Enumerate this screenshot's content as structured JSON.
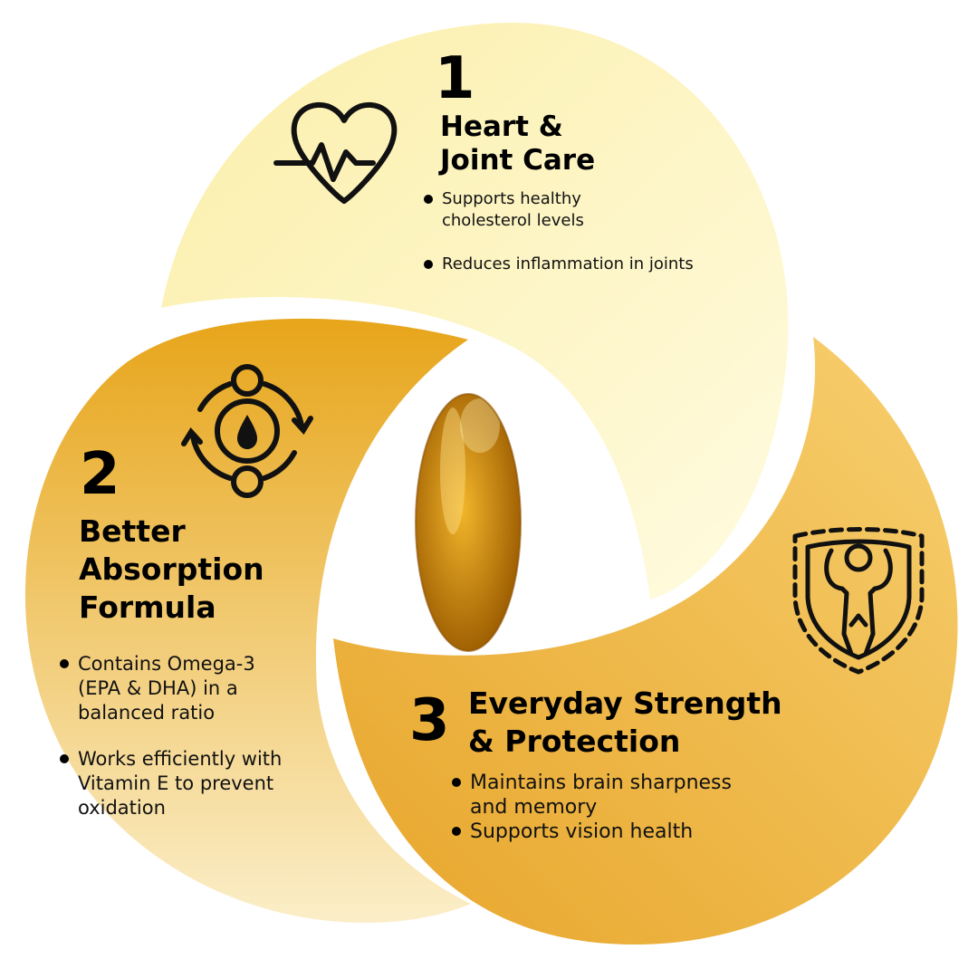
{
  "colors": {
    "petal_1_light": "#fffbe0",
    "petal_1_dark": "#fbefaa",
    "petal_2_top": "#e7a51a",
    "petal_2_bottom": "#fbeec8",
    "petal_3_light": "#f7cf6f",
    "petal_3_dark": "#e7a52a",
    "capsule_dark": "#9a5a00",
    "capsule_light": "#f2b52a",
    "text": "#111111"
  },
  "sections": [
    {
      "number": "1",
      "title_lines": [
        "Heart &",
        "Joint Care"
      ],
      "bullets": [
        "Supports healthy cholesterol levels",
        "Reduces inflammation in joints"
      ],
      "icon": "heart-pulse-icon"
    },
    {
      "number": "2",
      "title_lines": [
        "Better",
        "Absorption",
        "Formula"
      ],
      "bullets": [
        "Contains Omega-3 (EPA & DHA) in a balanced ratio",
        "Works efficiently with Vitamin E to prevent oxidation"
      ],
      "icon": "drop-cycle-icon"
    },
    {
      "number": "3",
      "title_lines": [
        "Everyday Strength",
        "& Protection"
      ],
      "bullets": [
        "Maintains brain sharpness and memory",
        "Supports vision health"
      ],
      "icon": "shield-person-icon"
    }
  ],
  "center_image": "omega-3-softgel-capsule"
}
